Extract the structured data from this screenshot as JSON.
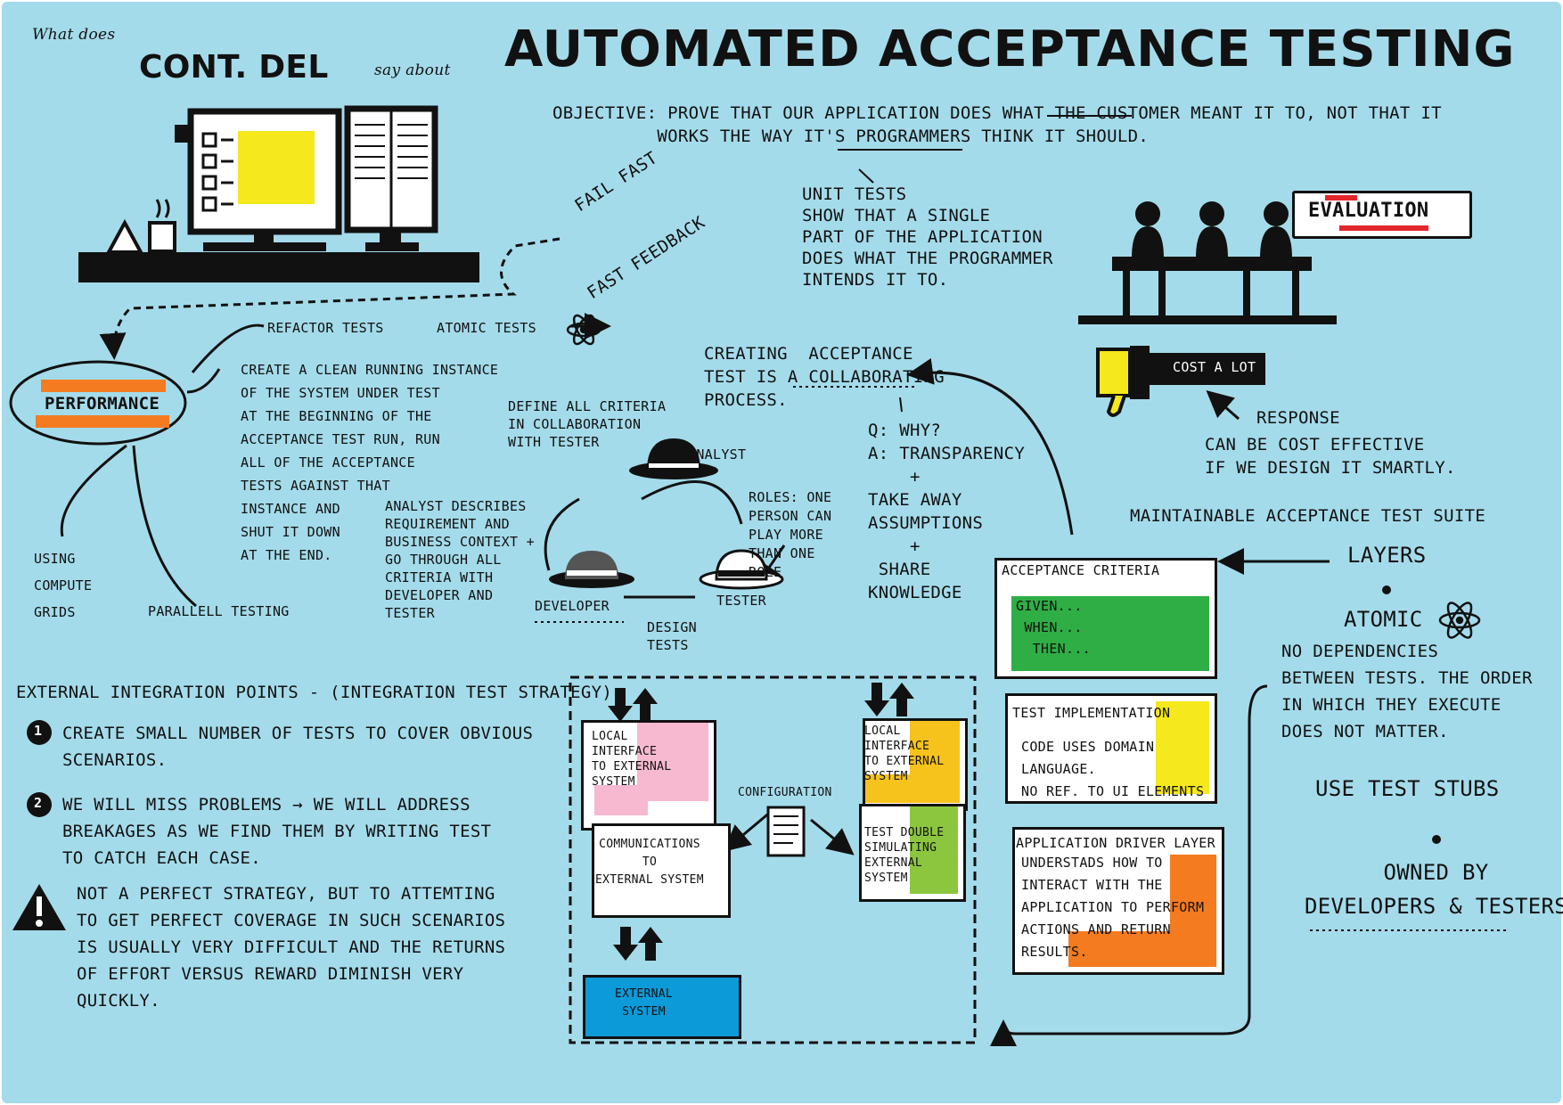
{
  "header": {
    "intro": "What does",
    "source": "CONT. DEL",
    "connector": "say about",
    "title": "AUTOMATED ACCEPTANCE TESTING"
  },
  "objective": "OBJECTIVE: PROVE THAT OUR APPLICATION DOES WHAT THE CUSTOMER MEANT IT TO, NOT THAT IT\n          WORKS THE WAY IT'S PROGRAMMERS THINK IT SHOULD.",
  "unit_tests": "UNIT TESTS\nSHOW THAT A SINGLE\nPART OF THE APPLICATION\nDOES WHAT THE PROGRAMMER\nINTENDS IT TO.",
  "feedback": {
    "fail_fast": "FAIL FAST",
    "fast_feedback": "FAST FEEDBACK"
  },
  "performance": {
    "label": "PERFORMANCE",
    "refactor": "REFACTOR TESTS",
    "atomic": "ATOMIC TESTS",
    "clean_instance": "CREATE A CLEAN RUNNING INSTANCE\nOF THE SYSTEM UNDER TEST\nAT THE BEGINNING OF THE\nACCEPTANCE TEST RUN, RUN\nALL OF THE ACCEPTANCE\nTESTS AGAINST THAT\nINSTANCE AND\nSHUT IT DOWN\nAT THE END.",
    "compute_grids": "USING\nCOMPUTE\nGRIDS",
    "parallel": "PARALLELL TESTING"
  },
  "evaluation": {
    "sign": "EVALUATION",
    "cost": "COST A LOT",
    "response_label": "RESPONSE",
    "response_text": "CAN BE COST EFFECTIVE\nIF WE DESIGN IT SMARTLY."
  },
  "collaboration": {
    "creating": "CREATING  ACCEPTANCE\nTEST IS A COLLABORATING\nPROCESS.",
    "define": "DEFINE ALL CRITERIA\nIN COLLABORATION\nWITH TESTER",
    "analyst": "ANALYST",
    "developer": "DEVELOPER",
    "tester": "TESTER",
    "design_tests": "DESIGN\nTESTS",
    "analyst_describes": "ANALYST DESCRIBES\nREQUIREMENT AND\nBUSINESS CONTEXT +\nGO THROUGH ALL\nCRITERIA WITH\nDEVELOPER AND\nTESTER",
    "roles": "ROLES: ONE\nPERSON CAN\nPLAY MORE\nTHAN ONE\nROLE",
    "why": "Q: WHY?\nA: TRANSPARENCY\n    +\nTAKE AWAY\nASSUMPTIONS\n    +\n SHARE\nKNOWLEDGE"
  },
  "suite": {
    "title": "MAINTAINABLE ACCEPTANCE TEST SUITE",
    "layers": "LAYERS",
    "atomic": "ATOMIC",
    "no_dependencies": "NO DEPENDENCIES\nBETWEEN TESTS. THE ORDER\nIN WHICH THEY EXECUTE\nDOES NOT MATTER.",
    "stubs": "USE TEST STUBS",
    "owned": "OWNED BY\nDEVELOPERS & TESTERS"
  },
  "layers": {
    "criteria_title": "ACCEPTANCE CRITERIA",
    "criteria_body": "GIVEN...\n WHEN...\n  THEN...",
    "impl_title": "TEST IMPLEMENTATION",
    "impl_body": "CODE USES DOMAIN\nLANGUAGE.\nNO REF. TO UI ELEMENTS",
    "driver_title": "APPLICATION DRIVER LAYER",
    "driver_body": "UNDERSTADS HOW TO\nINTERACT WITH THE\nAPPLICATION TO PERFORM\nACTIONS AND RETURN\nRESULTS."
  },
  "integration": {
    "title": "EXTERNAL INTEGRATION POINTS - (INTEGRATION TEST STRATEGY)",
    "point1_num": "1",
    "point1": "CREATE SMALL NUMBER OF TESTS TO COVER OBVIOUS\nSCENARIOS.",
    "point2_num": "2",
    "point2": "WE WILL MISS PROBLEMS → WE WILL ADDRESS\nBREAKAGES AS WE FIND THEM BY WRITING TEST\nTO CATCH EACH CASE.",
    "warning": "NOT A PERFECT STRATEGY, BUT TO ATTEMTING\nTO GET PERFECT COVERAGE IN SUCH SCENARIOS\nIS USUALLY VERY DIFFICULT AND THE RETURNS\nOF EFFORT VERSUS REWARD DIMINISH VERY\nQUICKLY."
  },
  "architecture": {
    "local_interface_left": "LOCAL\nINTERFACE\nTO EXTERNAL\nSYSTEM",
    "communications": "COMMUNICATIONS\nTO\nEXTERNAL SYSTEM",
    "configuration": "CONFIGURATION",
    "local_interface_right": "LOCAL\nINTERFACE\nTO EXTERNAL\nSYSTEM",
    "test_double": "TEST DOUBLE\nSIMULATING\nEXTERNAL\nSYSTEM",
    "external_system": "EXTERNAL\nSYSTEM"
  },
  "colors": {
    "background": "#a4dbea",
    "yellow": "#f5e81c",
    "orange": "#f47b20",
    "green": "#2fae45",
    "pink": "#f6b9cf",
    "amber": "#f6c21c",
    "lime": "#8cc63f",
    "blue": "#0d9ad8",
    "red": "#e3262c"
  }
}
